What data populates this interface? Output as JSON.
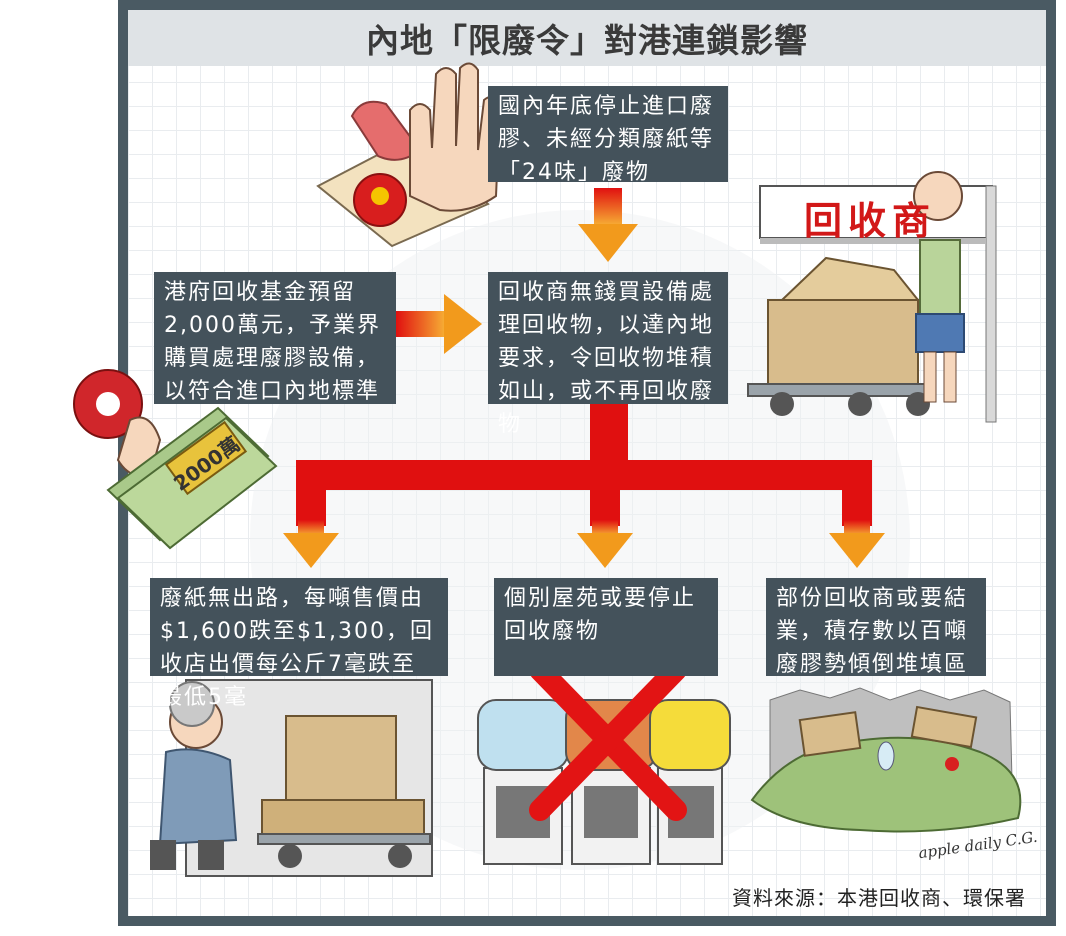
{
  "title": "內地「限廢令」對港連鎖影響",
  "boxes": {
    "ban": "國內年底停止進口廢膠、未經分類廢紙等「24味」廢物",
    "fund": "港府回收基金預留2,000萬元，予業界購買處理廢膠設備，以符合進口內地標準",
    "recyclers": "回收商無錢買設備處理回收物，以達內地要求，令回收物堆積如山，或不再回收廢物",
    "paper": "廢紙無出路，每噸售價由$1,600跌至$1,300，回收店出價每公斤7毫跌至最低5毫",
    "estates": "個別屋苑或要停止回收廢物",
    "closure": "部份回收商或要結業，積存數以百噸廢膠勢傾倒堆填區"
  },
  "illustrations": {
    "recycler_sign": "回收商",
    "cash_label": "2000萬"
  },
  "source": "資料來源：本港回收商、環保署",
  "signature": "apple daily C.G.",
  "colors": {
    "box": "#44525b",
    "arrow_red": "#e01010",
    "arrow_orange": "#f5a623"
  }
}
